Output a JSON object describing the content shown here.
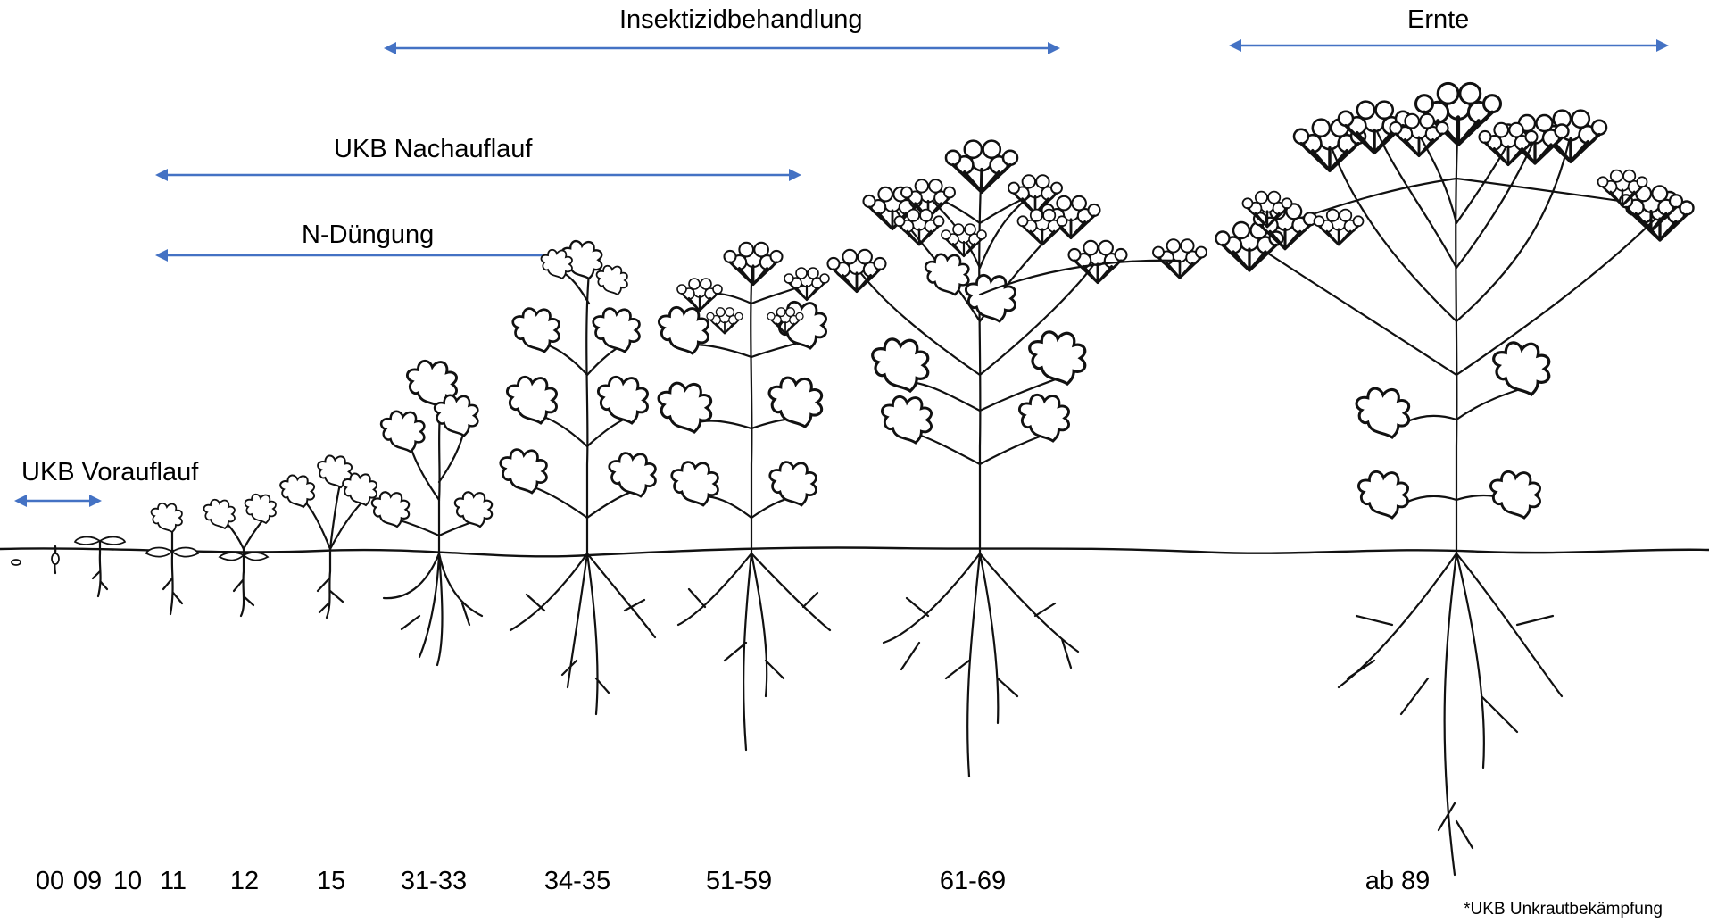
{
  "treatments": {
    "insecticide": "Insektizidbehandlung",
    "harvest": "Ernte",
    "post_emergence": "UKB Nachauflauf",
    "n_fertilization": "N-Düngung",
    "pre_emergence": "UKB Vorauflauf"
  },
  "stages": [
    "00",
    "09",
    "10",
    "11",
    "12",
    "15",
    "31-33",
    "34-35",
    "51-59",
    "61-69",
    "ab 89"
  ],
  "footnote": "*UKB Unkrautbekämpfung",
  "colors": {
    "arrow": "#4472c4",
    "drawing": "#111111"
  }
}
